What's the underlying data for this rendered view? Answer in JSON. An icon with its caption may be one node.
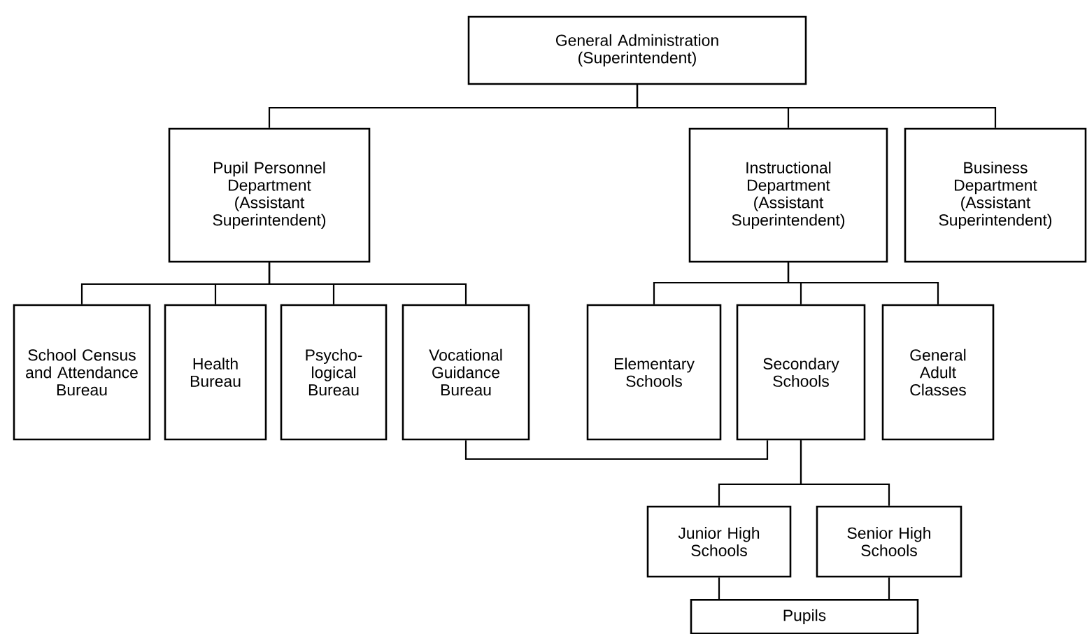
{
  "diagram": {
    "nodes": [
      {
        "text": [
          "General Administration (Superintendent)"
        ]
      },
      {
        "text": [
          "Pupil Personnel Department (Assistant Superintendent)"
        ]
      },
      {
        "text": [
          "Instructional Department (Assistant Superintendent)"
        ]
      },
      {
        "text": [
          "Business Department (Assistant Superintendent)"
        ]
      },
      {
        "text": [
          "School Census and Attendance Bureau"
        ]
      },
      {
        "text": [
          "Health Bureau"
        ]
      },
      {
        "text": [
          "Psycho- logical Bureau"
        ]
      },
      {
        "text": [
          "Vocational Guidance Bureau"
        ]
      },
      {
        "text": [
          "Elementary Schools"
        ]
      },
      {
        "text": [
          "Secondary Schools"
        ]
      },
      {
        "text": [
          "General Adult Classes"
        ]
      },
      {
        "text": [
          "Junior High Schools"
        ]
      },
      {
        "text": [
          "Senior High Schools"
        ]
      },
      {
        "text": [
          "Pupils"
        ]
      }
    ],
    "edges": [
      {
        "from": 0,
        "to": 1,
        "arrow": "none"
      },
      {
        "from": 0,
        "to": 2,
        "arrow": "none"
      },
      {
        "from": 0,
        "to": 3,
        "arrow": "none"
      },
      {
        "from": 1,
        "to": 4,
        "arrow": "none"
      },
      {
        "from": 1,
        "to": 5,
        "arrow": "none"
      },
      {
        "from": 1,
        "to": 6,
        "arrow": "none"
      },
      {
        "from": 1,
        "to": 7,
        "arrow": "none"
      },
      {
        "from": 2,
        "to": 8,
        "arrow": "none"
      },
      {
        "from": 2,
        "to": 9,
        "arrow": "none"
      },
      {
        "from": 2,
        "to": 10,
        "arrow": "none"
      },
      {
        "from": 7,
        "to": 9,
        "arrow": "none"
      },
      {
        "from": 9,
        "to": 11,
        "arrow": "none"
      },
      {
        "from": 9,
        "to": 12,
        "arrow": "none"
      },
      {
        "from": 11,
        "to": 13,
        "arrow": "none"
      },
      {
        "from": 12,
        "to": 13,
        "arrow": "none"
      }
    ]
  }
}
